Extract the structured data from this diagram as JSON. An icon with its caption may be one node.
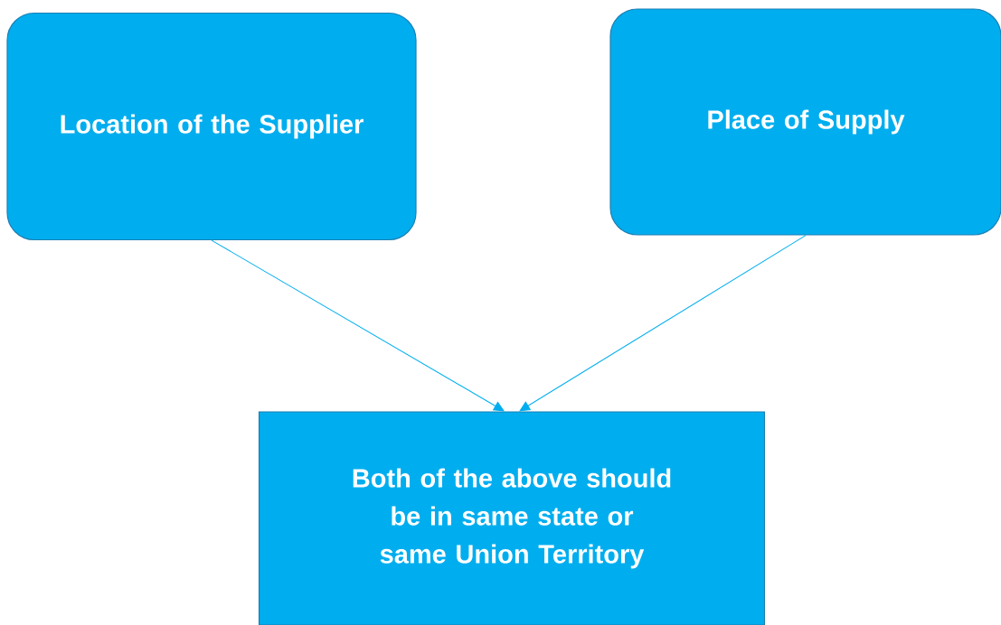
{
  "diagram": {
    "nodes": [
      {
        "text": [
          "Location of the Supplier"
        ]
      },
      {
        "text": [
          "Place of Supply"
        ]
      },
      {
        "text": [
          "Both of the above should be in same state or same Union Territory"
        ]
      }
    ],
    "edges": [
      {
        "from": 0,
        "to": 2,
        "arrow": "to"
      },
      {
        "from": 1,
        "to": 2,
        "arrow": "to"
      }
    ]
  }
}
